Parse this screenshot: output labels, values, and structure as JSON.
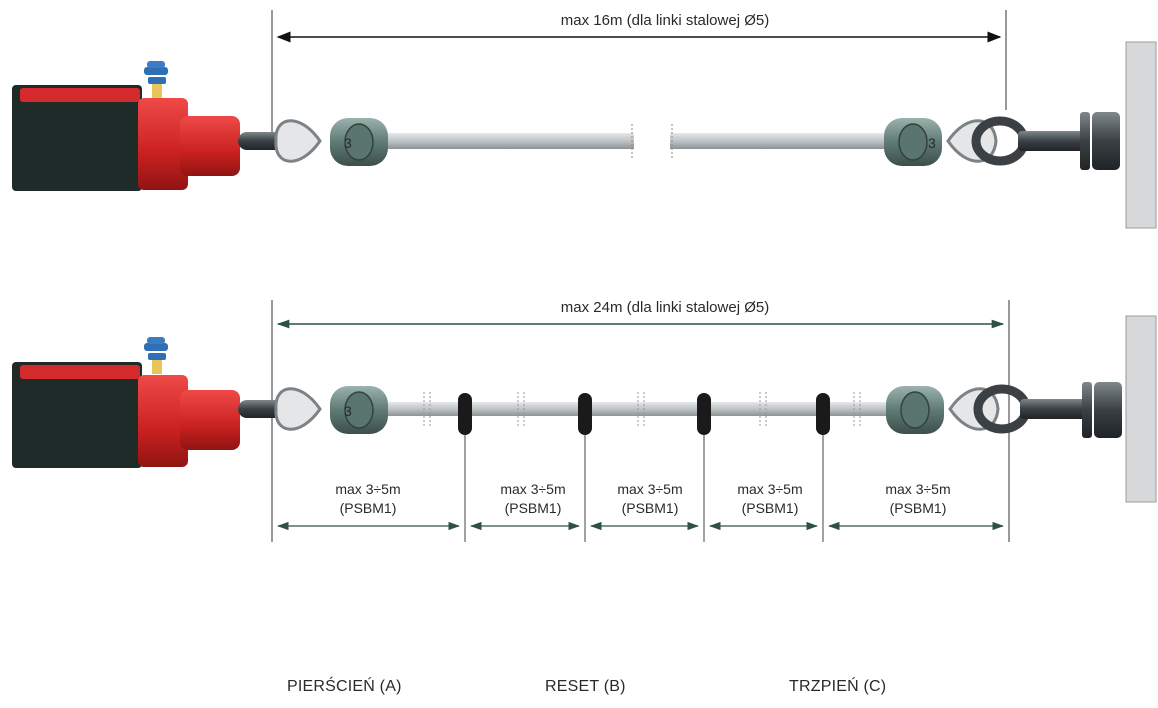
{
  "diagram": {
    "top_dimension": "max 16m (dla linki stalowej Ø5)",
    "bottom_dimension": "max 24m (dla linki stalowej Ø5)",
    "segments": [
      {
        "line1": "max 3÷5m",
        "line2": "(PSBM1)"
      },
      {
        "line1": "max 3÷5m",
        "line2": "(PSBM1)"
      },
      {
        "line1": "max 3÷5m",
        "line2": "(PSBM1)"
      },
      {
        "line1": "max 3÷5m",
        "line2": "(PSBM1)"
      },
      {
        "line1": "max 3÷5m",
        "line2": "(PSBM1)"
      }
    ],
    "clamp_mark": "3"
  },
  "legend": {
    "ring": "PIERŚCIEŃ (A)",
    "reset": "RESET (B)",
    "pin": "TRZPIEŃ (C)"
  },
  "colors": {
    "switch_red": "#d42a2c",
    "switch_dark": "#1f2b28",
    "cap_blue": "#2f6fb5",
    "cable": "#bfc3c5",
    "clamp": "#6f8a84",
    "ring_support": "#1a1a1a",
    "arrow_line": "#2e5147"
  }
}
